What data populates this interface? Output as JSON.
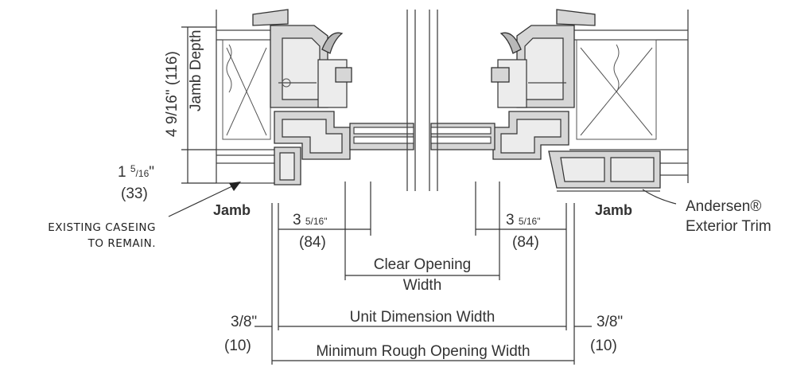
{
  "labels": {
    "jamb_depth_value": "4 9/16\" (116)",
    "jamb_depth_caption": "Jamb Depth",
    "frame_left_whole": "1",
    "frame_left_frac_num": "5",
    "frame_left_frac_den": "16",
    "frame_left_inch": "\"",
    "frame_left_mm": "(33)",
    "jamb_left": "Jamb",
    "jamb_right": "Jamb",
    "existing_casing_line1": "EXISTING CASEING",
    "existing_casing_line2": "TO REMAIN.",
    "trim_line1": "Andersen®",
    "trim_line2": "Exterior Trim",
    "left_offset_whole": "3",
    "left_offset_frac": "5/16\"",
    "left_offset_mm": "(84)",
    "right_offset_whole": "3",
    "right_offset_frac": "5/16\"",
    "right_offset_mm": "(84)",
    "clear_opening_line1": "Clear Opening",
    "clear_opening_line2": "Width",
    "unit_dimension": "Unit Dimension Width",
    "left_shim_frac": "3/8\"",
    "left_shim_mm": "(10)",
    "right_shim_frac": "3/8\"",
    "right_shim_mm": "(10)",
    "rough_opening": "Minimum Rough Opening Width"
  }
}
